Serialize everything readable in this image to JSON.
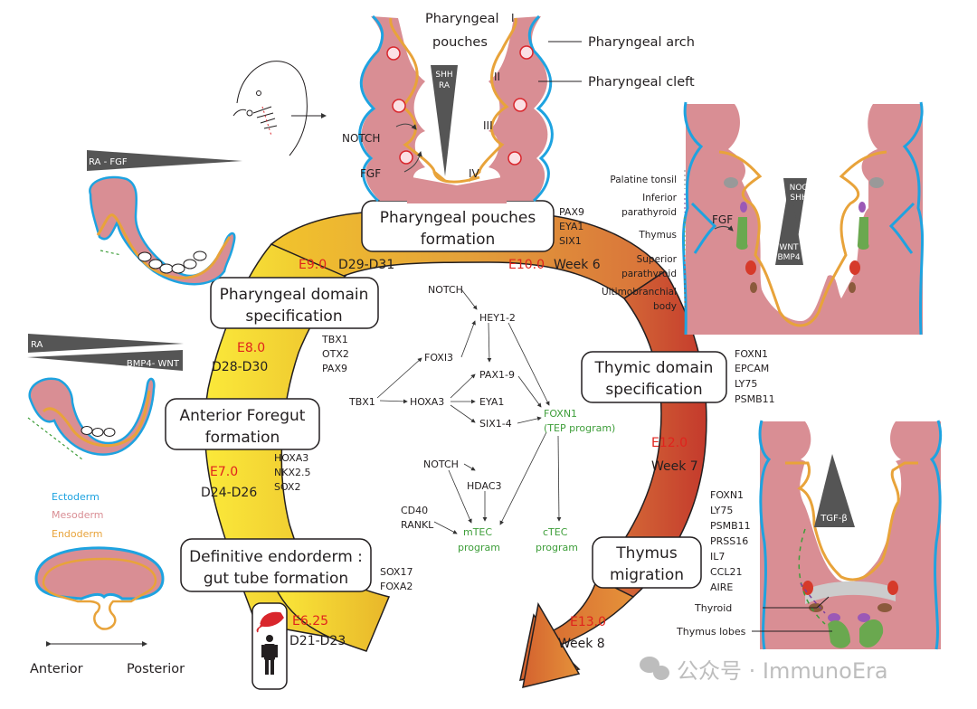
{
  "colors": {
    "ectoderm": "#1ea3e0",
    "mesoderm": "#d98e94",
    "endoderm": "#e8a33a",
    "stage_red": "#e0231d",
    "program_green": "#3e9e3a",
    "gradient_grey": "#555555",
    "arrow_yellow": "#f7dc2a",
    "arrow_orange": "#dc7a35",
    "arrow_red": "#c8372d"
  },
  "top_diagram": {
    "pouches_label": "Pharyngeal pouches",
    "arch_label": "Pharyngeal arch",
    "cleft_label": "Pharyngeal cleft",
    "numerals": [
      "I",
      "II",
      "III",
      "IV"
    ],
    "gradient": [
      "SHH",
      "RA"
    ],
    "signals": [
      "NOTCH",
      "FGF"
    ]
  },
  "left_diagrams": {
    "ra_fgf": "RA - FGF",
    "ra": "RA",
    "bmp4_wnt": "BMP4- WNT",
    "legend": [
      {
        "label": "Ectoderm",
        "color": "#1ea3e0"
      },
      {
        "label": "Mesoderm",
        "color": "#d98e94"
      },
      {
        "label": "Endoderm",
        "color": "#e8a33a"
      }
    ],
    "axis_anterior": "Anterior",
    "axis_posterior": "Posterior"
  },
  "stages": [
    {
      "id": "definitive-endoderm",
      "line1": "Definitive endorderm :",
      "line2": "gut tube formation",
      "genes": [
        "SOX17",
        "FOXA2"
      ],
      "mouse": "E6.25",
      "human": "D21-D23"
    },
    {
      "id": "anterior-foregut",
      "line1": "Anterior Foregut",
      "line2": "formation",
      "genes": [
        "HOXA3",
        "NKX2.5",
        "SOX2"
      ],
      "mouse": "E7.0",
      "human": "D24-D26"
    },
    {
      "id": "pharyngeal-domain",
      "line1": "Pharyngeal domain",
      "line2": "specification",
      "genes": [
        "TBX1",
        "OTX2",
        "PAX9"
      ],
      "mouse": "E8.0",
      "human": "D28-D30"
    },
    {
      "id": "pharyngeal-pouches",
      "line1": "Pharyngeal pouches",
      "line2": "formation",
      "genes": [
        "PAX9",
        "EYA1",
        "SIX1"
      ],
      "mouse": "E9.0",
      "human": "D29-D31"
    },
    {
      "id": "thymic-domain",
      "line1": "Thymic domain",
      "line2": "specification",
      "genes": [
        "FOXN1",
        "EPCAM",
        "LY75",
        "PSMB11"
      ],
      "mouse": "E10.0",
      "human": "Week 6"
    },
    {
      "id": "thymus-migration",
      "line1": "Thymus",
      "line2": "migration",
      "genes": [
        "FOXN1",
        "LY75",
        "PSMB11",
        "PRSS16",
        "IL7",
        "CCL21",
        "AIRE"
      ],
      "mouse": "E12.0",
      "human": "Week 7"
    }
  ],
  "final_time": {
    "mouse": "E13.0",
    "human": "Week 8"
  },
  "network": {
    "nodes": {
      "notch1": "NOTCH",
      "hey": "HEY1-2",
      "foxi3": "FOXI3",
      "tbx1": "TBX1",
      "hoxa3": "HOXA3",
      "pax": "PAX1-9",
      "eya": "EYA1",
      "six": "SIX1-4",
      "foxn1": "FOXN1",
      "tep": "(TEP program)",
      "notch2": "NOTCH",
      "hdac3": "HDAC3",
      "cd40": "CD40",
      "rankl": "RANKL",
      "mtec1": "mTEC",
      "mtec2": "program",
      "ctec1": "cTEC",
      "ctec2": "program"
    }
  },
  "right_top": {
    "derivatives": [
      "Palatine tonsil",
      "Inferior",
      "parathyroid",
      "Thymus",
      "Superior",
      "parathyroid",
      "Ultimobranchial",
      "body"
    ],
    "fgf": "FGF",
    "grad1": [
      "WNT",
      "BMP4"
    ],
    "grad2": [
      "NOG",
      "SHH"
    ]
  },
  "right_bottom": {
    "tgf": "TGF-β",
    "thyroid": "Thyroid",
    "thymus_lobes": "Thymus lobes"
  },
  "watermark": "公众号 · ImmunoEra"
}
